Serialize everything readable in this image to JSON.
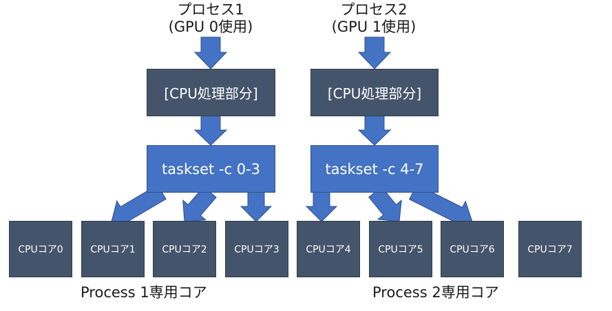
{
  "processes": [
    {
      "title_line1": "プロセス1",
      "title_line2": "(GPU 0使用)",
      "cpu_section_label": "[CPU処理部分]",
      "taskset_label": "taskset -c 0-3",
      "group_label": "Process 1専用コア",
      "assigned_cores": [
        0,
        1,
        2,
        3
      ],
      "arrow_targets": [
        1,
        2,
        3
      ]
    },
    {
      "title_line1": "プロセス2",
      "title_line2": "(GPU 1使用)",
      "cpu_section_label": "[CPU処理部分]",
      "taskset_label": "taskset -c 4-7",
      "group_label": "Process 2専用コア",
      "assigned_cores": [
        4,
        5,
        6,
        7
      ],
      "arrow_targets": [
        4,
        5,
        6
      ]
    }
  ],
  "cores": [
    {
      "label": "CPUコア0"
    },
    {
      "label": "CPUコア1"
    },
    {
      "label": "CPUコア2"
    },
    {
      "label": "CPUコア3"
    },
    {
      "label": "CPUコア4"
    },
    {
      "label": "CPUコア5"
    },
    {
      "label": "CPUコア6"
    },
    {
      "label": "CPUコア7"
    }
  ],
  "colors": {
    "dark_box": "#44546a",
    "blue_box": "#4472c4",
    "arrow": "#4472c4",
    "arrow_border": "#2f528f",
    "text_dark": "#1a1a1a",
    "text_light": "#ffffff"
  }
}
